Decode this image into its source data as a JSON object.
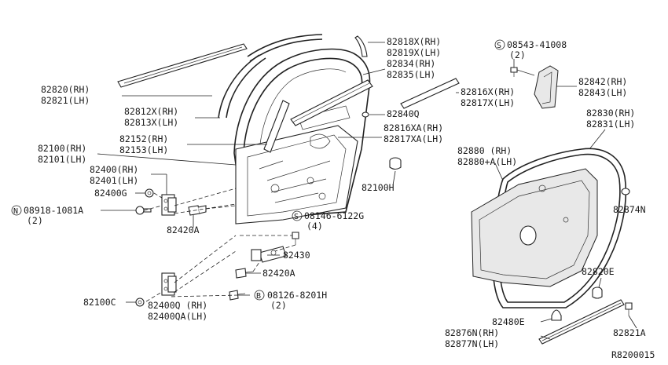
{
  "labels": {
    "l82818": "82818X(RH)",
    "l82819": "82819X(LH)",
    "l82834": "82834(RH)",
    "l82835": "82835(LH)",
    "l82840q": "82840Q",
    "l82816x": "82816X(RH)",
    "l82817x": "82817X(LH)",
    "l82816xa": "82816XA(RH)",
    "l82817xa": "82817XA(LH)",
    "l08543": "08543-41008",
    "l08543q": "(2)",
    "l82842": "82842(RH)",
    "l82843": "82843(LH)",
    "l82830": "82830(RH)",
    "l82831": "82831(LH)",
    "l82880": "82880   (RH)",
    "l82880a": "82880+A(LH)",
    "l82874n": "82874N",
    "l82820e": "82820E",
    "l82480e": "82480E",
    "l82876n": "82876N(RH)",
    "l82877n": "82877N(LH)",
    "l82821a": "82821A",
    "l82820": "82820(RH)",
    "l82821": "82821(LH)",
    "l82812x": "82812X(RH)",
    "l82813x": "82813X(LH)",
    "l82152": "82152(RH)",
    "l82153": "82153(LH)",
    "l82100": "82100(RH)",
    "l82101": "82101(LH)",
    "l82400": "82400(RH)",
    "l82401": "82401(LH)",
    "l82400g": "82400G",
    "l08918": "08918-1081A",
    "l08918q": "(2)",
    "l82420a1": "82420A",
    "l82100h": "82100H",
    "l08146": "08146-6122G",
    "l08146q": "(4)",
    "l82430": "82430",
    "l82420a2": "82420A",
    "l08126": "08126-8201H",
    "l08126q": "(2)",
    "l82100c": "82100C",
    "l82400q": "82400Q  (RH)",
    "l82400qa": "82400QA(LH)",
    "ref": "R8200015"
  },
  "symbols": {
    "s_symbol": "S",
    "n_symbol": "N",
    "b_symbol": "B"
  }
}
